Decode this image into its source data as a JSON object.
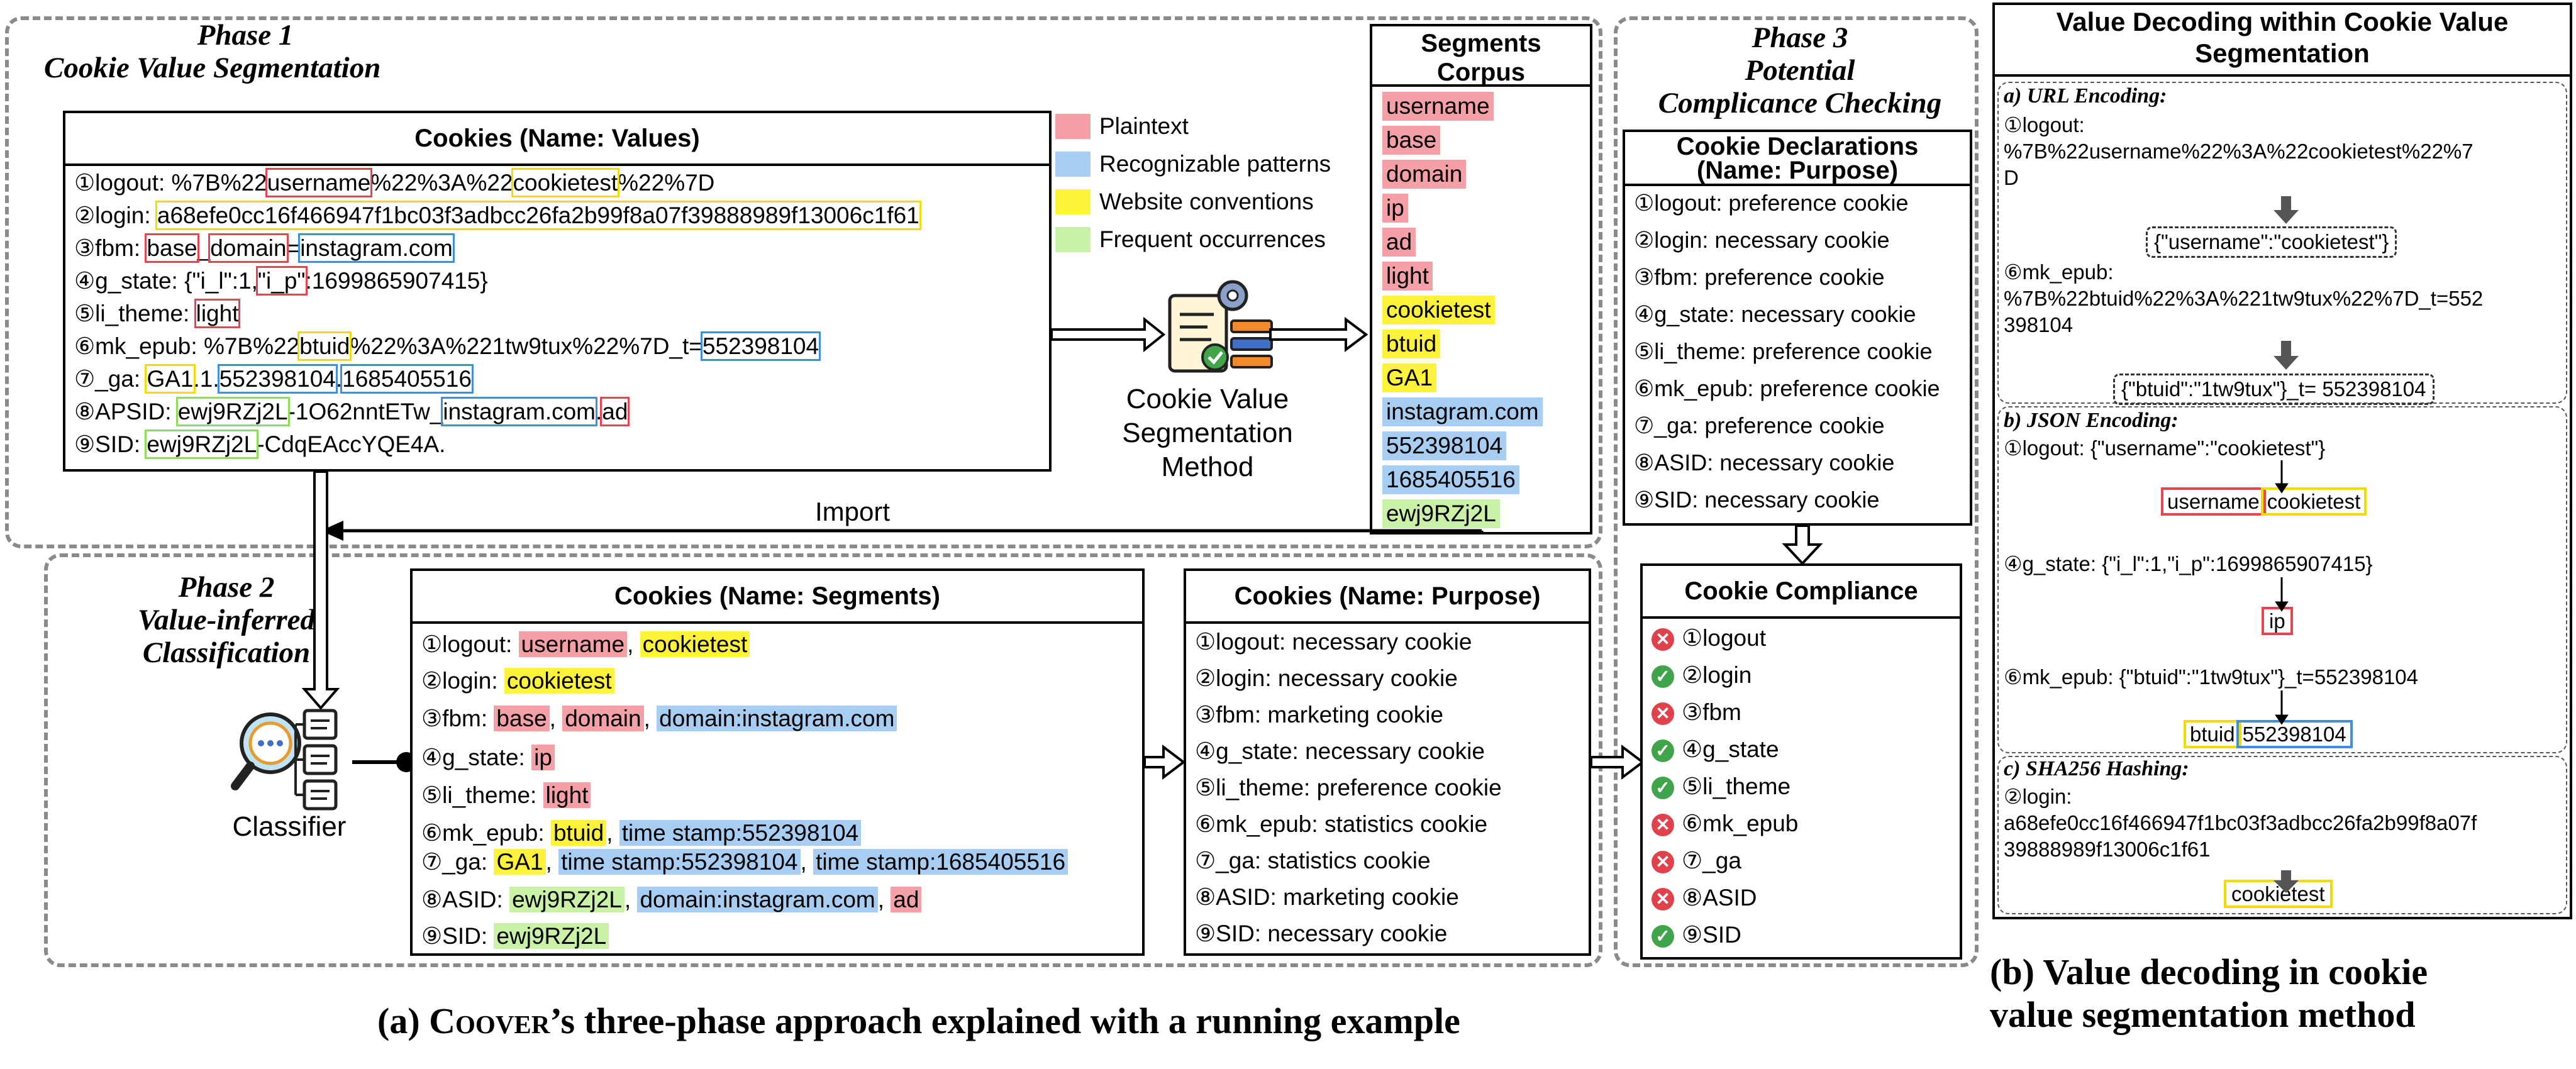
{
  "phase1": {
    "title_line1": "Phase 1",
    "title_line2": "Cookie Value Segmentation",
    "cookies_values_title": "Cookies (Name: Values)",
    "import_label": "Import",
    "method_label_1": "Cookie Value",
    "method_label_2": "Segmentation",
    "method_label_3": "Method"
  },
  "legend": [
    {
      "label": "Plaintext",
      "color": "#f4a0a6"
    },
    {
      "label": "Recognizable patterns",
      "color": "#a8cdf2"
    },
    {
      "label": "Website conventions",
      "color": "#fff23a"
    },
    {
      "label": "Frequent occurrences",
      "color": "#c9f2a6"
    }
  ],
  "cookie_values": {
    "r1": {
      "a": "①logout: %7B%22",
      "b": "username",
      "c": "%22%3A%22",
      "d": "cookietest",
      "e": "%22%7D"
    },
    "r2": {
      "a": "②login: ",
      "b": "a68efe0cc16f466947f1bc03f3adbcc26fa2b99f8a07f39888989f13006c1f61"
    },
    "r3": {
      "a": "③fbm: ",
      "b": "base",
      "c": "_",
      "d": "domain",
      "e": "=",
      "f": "instagram.com"
    },
    "r4": {
      "a": "④g_state: {\"i_l\":1,",
      "b": "\"i_p\"",
      "c": ":1699865907415}"
    },
    "r5": {
      "a": "⑤li_theme: ",
      "b": "light"
    },
    "r6": {
      "a": "⑥mk_epub: %7B%22",
      "b": "btuid",
      "c": "%22%3A%221tw9tux%22%7D_t=",
      "d": "552398104"
    },
    "r7": {
      "a": "⑦_ga: ",
      "b": "GA1",
      "c": ".1.",
      "d": "552398104",
      "e": ".",
      "f": "1685405516"
    },
    "r8": {
      "a": "⑧APSID: ",
      "b": "ewj9RZj2L",
      "c": "-1O62nntETw_",
      "d": "instagram.com",
      "e": ".",
      "f": "ad"
    },
    "r9": {
      "a": "⑨SID: ",
      "b": "ewj9RZj2L",
      "c": "-CdqEAccYQE4A."
    }
  },
  "segments_corpus": {
    "title_1": "Segments",
    "title_2": "Corpus",
    "items": [
      {
        "text": "username",
        "color": "#f4a0a6"
      },
      {
        "text": "base",
        "color": "#f4a0a6"
      },
      {
        "text": "domain",
        "color": "#f4a0a6"
      },
      {
        "text": "ip",
        "color": "#f4a0a6"
      },
      {
        "text": "ad",
        "color": "#f4a0a6"
      },
      {
        "text": "light",
        "color": "#f4a0a6"
      },
      {
        "text": "cookietest",
        "color": "#fff23a"
      },
      {
        "text": "btuid",
        "color": "#fff23a"
      },
      {
        "text": "GA1",
        "color": "#fff23a"
      },
      {
        "text": "instagram.com",
        "color": "#a8cdf2"
      },
      {
        "text": "552398104",
        "color": "#a8cdf2"
      },
      {
        "text": "1685405516",
        "color": "#a8cdf2"
      },
      {
        "text": "ewj9RZj2L",
        "color": "#c9f2a6"
      }
    ]
  },
  "phase2": {
    "title_line1": "Phase 2",
    "title_line2": "Value-inferred",
    "title_line3": "Classification",
    "classifier_label": "Classifier",
    "segments_title": "Cookies (Name: Segments)",
    "purpose_title": "Cookies (Name: Purpose)"
  },
  "cookie_segments": {
    "r1": {
      "a": "①logout: ",
      "s1": "username",
      "sep1": ", ",
      "s2": "cookietest"
    },
    "r2": {
      "a": "②login: ",
      "s1": "cookietest"
    },
    "r3": {
      "a": "③fbm: ",
      "s1": "base",
      "sep1": ", ",
      "s2": "domain",
      "sep2": ", ",
      "s3": "domain:instagram.com"
    },
    "r4": {
      "a": "④g_state: ",
      "s1": "ip"
    },
    "r5": {
      "a": "⑤li_theme: ",
      "s1": "light"
    },
    "r6": {
      "a": "⑥mk_epub: ",
      "s1": "btuid",
      "sep1": ", ",
      "s2": "time stamp:552398104"
    },
    "r7": {
      "a": "⑦_ga: ",
      "s1": "GA1",
      "sep1": ", ",
      "s2": "time stamp:552398104",
      "sep2": ", ",
      "s3": "time stamp:1685405516"
    },
    "r8": {
      "a": "⑧ASID: ",
      "s1": "ewj9RZj2L",
      "sep1": ", ",
      "s2": "domain:instagram.com",
      "sep2": ", ",
      "s3": "ad"
    },
    "r9": {
      "a": "⑨SID: ",
      "s1": "ewj9RZj2L"
    }
  },
  "cookie_purposes": [
    "①logout: necessary cookie",
    "②login: necessary cookie",
    "③fbm: marketing cookie",
    "④g_state: necessary cookie",
    "⑤li_theme: preference cookie",
    "⑥mk_epub: statistics cookie",
    "⑦_ga: statistics cookie",
    "⑧ASID: marketing cookie",
    "⑨SID: necessary cookie"
  ],
  "phase3": {
    "title_line1": "Phase 3",
    "title_line2": "Potential",
    "title_line3": "Complicance Checking",
    "declarations_title_1": "Cookie Declarations",
    "declarations_title_2": "(Name: Purpose)",
    "compliance_title": "Cookie Compliance"
  },
  "cookie_declarations": [
    "①logout: preference cookie",
    "②login: necessary cookie",
    "③fbm: preference cookie",
    "④g_state: necessary cookie",
    "⑤li_theme: preference cookie",
    "⑥mk_epub: preference cookie",
    "⑦_ga: preference cookie",
    "⑧ASID: necessary cookie",
    "⑨SID: necessary cookie"
  ],
  "compliance": [
    {
      "name": "①logout",
      "ok": false
    },
    {
      "name": "②login",
      "ok": true
    },
    {
      "name": "③fbm",
      "ok": false
    },
    {
      "name": "④g_state",
      "ok": true
    },
    {
      "name": "⑤li_theme",
      "ok": true
    },
    {
      "name": "⑥mk_epub",
      "ok": false
    },
    {
      "name": "⑦_ga",
      "ok": false
    },
    {
      "name": "⑧ASID",
      "ok": false
    },
    {
      "name": "⑨SID",
      "ok": true
    }
  ],
  "decoding": {
    "title_1": "Value Decoding within Cookie Value",
    "title_2": "Segmentation",
    "url": {
      "heading": "a) URL Encoding:",
      "logout_1": "①logout:",
      "logout_2": "%7B%22username%22%3A%22cookietest%22%7",
      "logout_3": "D",
      "logout_result": "{\"username\":\"cookietest\"}",
      "mk_1": "⑥mk_epub:",
      "mk_2": "%7B%22btuid%22%3A%221tw9tux%22%7D_t=552",
      "mk_3": "398104",
      "mk_result": "{\"btuid\":\"1tw9tux\"}_t= 552398104"
    },
    "json": {
      "heading": "b) JSON Encoding:",
      "logout": "①logout: {\"username\":\"cookietest\"}",
      "logout_seg1": "username",
      "logout_seg2": "cookietest",
      "gstate": "④g_state: {\"i_l\":1,\"i_p\":1699865907415}",
      "gstate_seg": "ip",
      "mk": "⑥mk_epub: {\"btuid\":\"1tw9tux\"}_t=552398104",
      "mk_seg1": "btuid",
      "mk_seg2": "552398104"
    },
    "sha": {
      "heading": "c) SHA256 Hashing:",
      "login_1": "②login:",
      "login_2": "a68efe0cc16f466947f1bc03f3adbcc26fa2b99f8a07f",
      "login_3": "39888989f13006c1f61",
      "login_result": "cookietest"
    }
  },
  "captions": {
    "a_prefix": "(a) ",
    "a_name": "Coover",
    "a_rest": "’s three-phase approach explained with a running example",
    "b_line1": "(b) Value decoding in cookie",
    "b_line2": "value segmentation method"
  }
}
